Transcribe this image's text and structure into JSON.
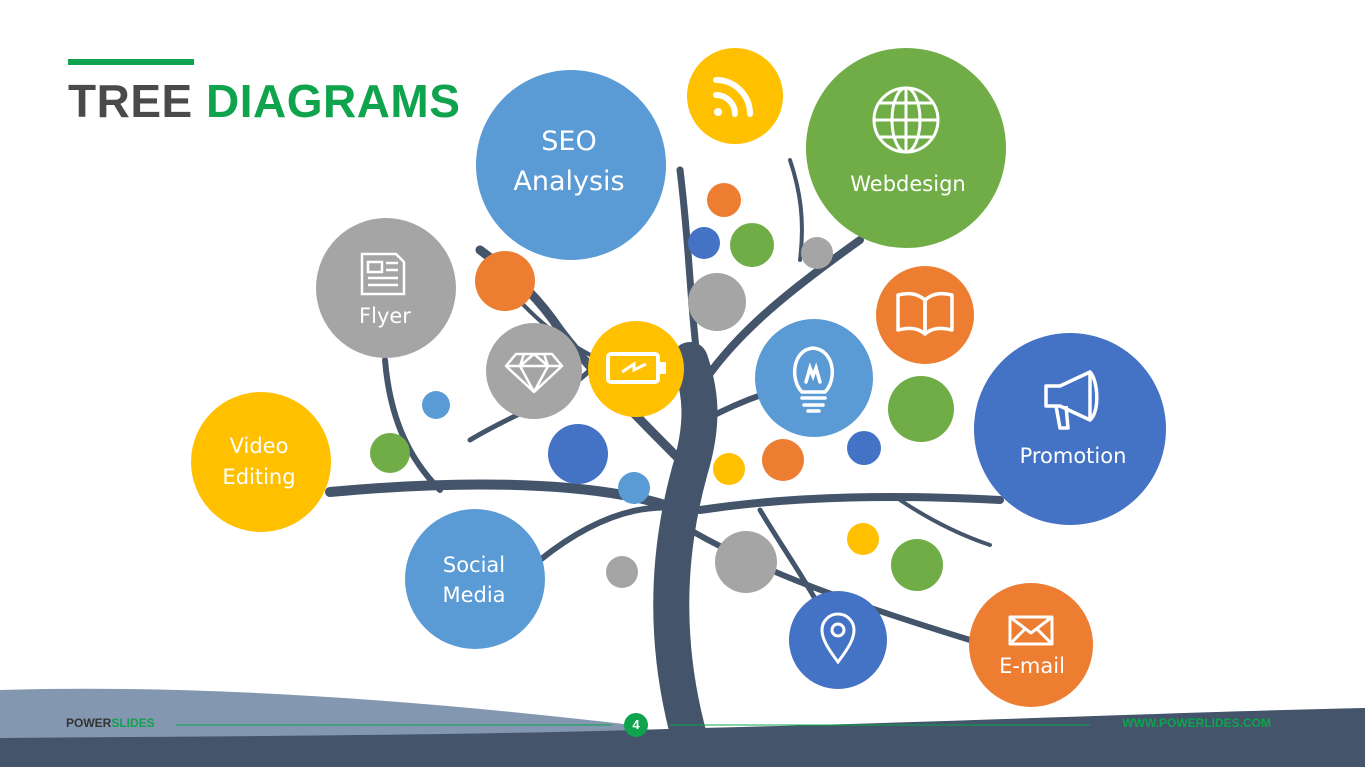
{
  "title": {
    "part1": "TREE",
    "part2": "DIAGRAMS"
  },
  "nodes": {
    "seo": {
      "line1": "SEO",
      "line2": "Analysis"
    },
    "webdesign": {
      "label": "Webdesign"
    },
    "flyer": {
      "label": "Flyer"
    },
    "video": {
      "line1": "Video",
      "line2": "Editing"
    },
    "social": {
      "line1": "Social",
      "line2": "Media"
    },
    "promotion": {
      "label": "Promotion"
    },
    "email": {
      "label": "E-mail"
    }
  },
  "icons": [
    "rss-icon",
    "globe-icon",
    "newspaper-icon",
    "diamond-icon",
    "battery-icon",
    "lightbulb-icon",
    "book-icon",
    "megaphone-icon",
    "location-pin-icon",
    "envelope-icon"
  ],
  "footer": {
    "brand1": "POWER",
    "brand2": "SLIDES",
    "page": "4",
    "url": "WWW.POWERLIDES.COM"
  },
  "colors": {
    "green": "#0ea34c",
    "blue": "#5b9bd5",
    "dark_blue": "#4472c4",
    "leaf_green": "#70ad47",
    "orange": "#ed7d31",
    "yellow": "#ffc000",
    "gray": "#a5a5a5",
    "trunk": "#44546a"
  }
}
